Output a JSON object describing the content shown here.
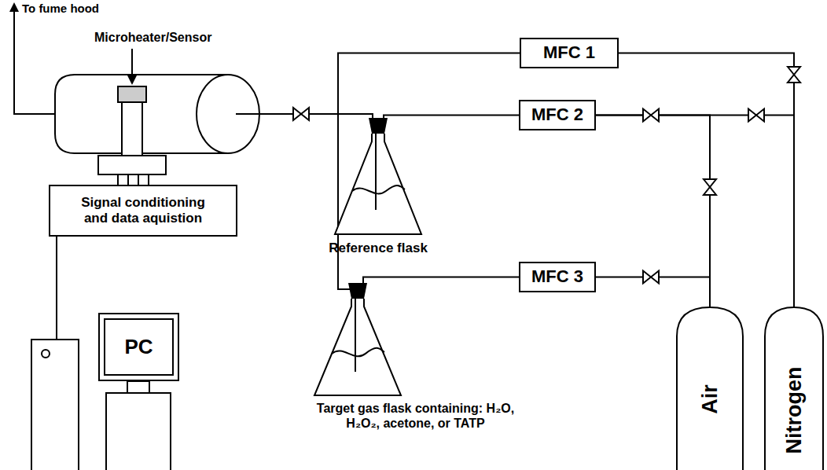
{
  "diagram": {
    "nodes": [
      {
        "text": [
          "Signal conditioning and data aquistion"
        ]
      },
      {
        "text": [
          "PC"
        ]
      },
      {
        "text": [
          "MFC 1"
        ]
      },
      {
        "text": [
          "MFC 2"
        ]
      },
      {
        "text": [
          "MFC 3"
        ]
      },
      {
        "text": [
          "Reference flask"
        ]
      },
      {
        "text": [
          "Target gas flask containing: H₂O, H₂O₂, acetone, or TATP"
        ]
      },
      {
        "text": [
          "Air"
        ]
      },
      {
        "text": [
          "Nitrogen"
        ]
      }
    ],
    "edges": [
      {
        "from": 8,
        "to": 2,
        "arrow": "none"
      },
      {
        "from": 8,
        "to": 3,
        "arrow": "none"
      },
      {
        "from": 7,
        "to": 3,
        "arrow": "none"
      },
      {
        "from": 7,
        "to": 4,
        "arrow": "none"
      },
      {
        "from": 3,
        "to": 5,
        "arrow": "none"
      },
      {
        "from": 4,
        "to": 6,
        "arrow": "none"
      }
    ],
    "labels": [
      "To fume hood",
      "Microheater/Sensor"
    ]
  }
}
